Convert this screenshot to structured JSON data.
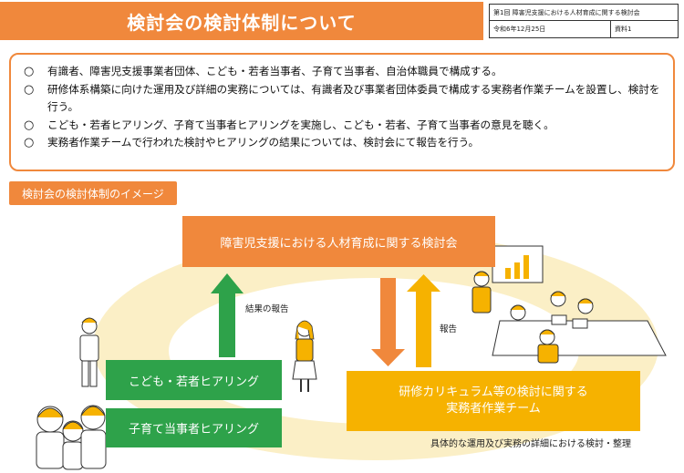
{
  "header": {
    "title": "検討会の検討体制について"
  },
  "meta": {
    "meeting": "第1回 障害児支援における人材育成に関する検討会",
    "date": "令和6年12月25日",
    "doc": "資料1"
  },
  "summary": {
    "items": [
      {
        "mark": "○",
        "text": "有識者、障害児支援事業者団体、こども・若者当事者、子育て当事者、自治体職員で構成する。"
      },
      {
        "mark": "○",
        "text": "研修体系構築に向けた運用及び詳細の実務については、有識者及び事業者団体委員で構成する実務者作業チームを設置し、検討を行う。"
      },
      {
        "mark": "○",
        "text": "こども・若者ヒアリング、子育て当事者ヒアリングを実施し、こども・若者、子育て当事者の意見を聴く。"
      },
      {
        "mark": "○",
        "text": "実務者作業チームで行われた検討やヒアリングの結果については、検討会にて報告を行う。"
      }
    ]
  },
  "diagram": {
    "section_label": "検討会の検討体制のイメージ",
    "council": "障害児支援における人材育成に関する検討会",
    "children_hearing": "こども・若者ヒアリング",
    "parents_hearing": "子育て当事者ヒアリング",
    "working_team_line1": "研修カリキュラム等の検討に関する",
    "working_team_line2": "実務者作業チーム",
    "result_report": "結果の報告",
    "report": "報告",
    "caption": "具体的な運用及び実務の詳細における検討・整理"
  },
  "colors": {
    "orange": "#f0883c",
    "green": "#2ea24a",
    "yellow": "#f6b200",
    "ring": "#fbefc6"
  }
}
